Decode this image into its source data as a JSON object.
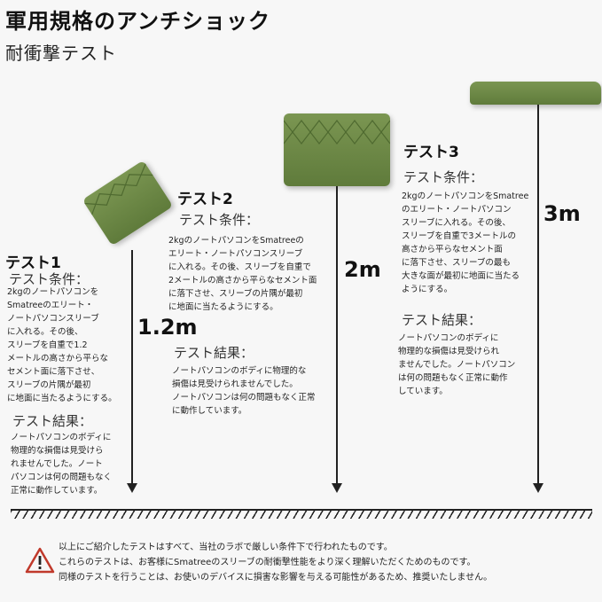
{
  "title": "軍用規格のアンチショック",
  "subtitle": "耐衝撃テスト",
  "colors": {
    "bag_green": "#6b8745",
    "text": "#222222",
    "background": "#f7f7f7"
  },
  "tests": [
    {
      "name": "テスト1",
      "condition_head": "テスト条件：",
      "condition": "2kgのノートパソコンを\nSmatreeのエリート・\nノートパソコンスリーブ\nに入れる。その後、\nスリーブを自重で1.2\nメートルの高さから平らな\nセメント面に落下させ、\nスリーブの片隅が最初\nに地面に当たるようにする。",
      "result_head": "テスト結果：",
      "result": "ノートパソコンのボディに\n物理的な損傷は見受けら\nれませんでした。ノート\nパソコンは何の問題もなく\n正常に動作しています。",
      "height": "1.2m"
    },
    {
      "name": "テスト2",
      "condition_head": "テスト条件：",
      "condition": "2kgのノートパソコンをSmatreeの\nエリート・ノートパソコンスリーブ\nに入れる。その後、スリーブを自重で\n2メートルの高さから平らなセメント面\nに落下させ、スリーブの片隅が最初\nに地面に当たるようにする。",
      "result_head": "テスト結果：",
      "result": "ノートパソコンのボディに物理的な\n損傷は見受けられませんでした。\nノートパソコンは何の問題もなく正常\nに動作しています。",
      "height": "2m"
    },
    {
      "name": "テスト3",
      "condition_head": "テスト条件：",
      "condition": "2kgのノートパソコンをSmatree\nのエリート・ノートパソコン\nスリーブに入れる。その後、\nスリーブを自重で3メートルの\n高さから平らなセメント面\nに落下させ、スリーブの最も\n大きな面が最初に地面に当たる\nようにする。",
      "result_head": "テスト結果：",
      "result": "ノートパソコンのボディに\n物理的な損傷は見受けられ\nませんでした。ノートパソコン\nは何の問題もなく正常に動作\nしています。",
      "height": "3m"
    }
  ],
  "warning_icon": "warning-triangle-icon",
  "note": "以上にご紹介したテストはすべて、当社のラボで厳しい条件下で行われたものです。\nこれらのテストは、お客様にSmatreeのスリーブの耐衝撃性能をより深く理解いただくためのものです。\n同様のテストを行うことは、お使いのデバイスに損害な影響を与える可能性があるため、推奨いたしません。"
}
